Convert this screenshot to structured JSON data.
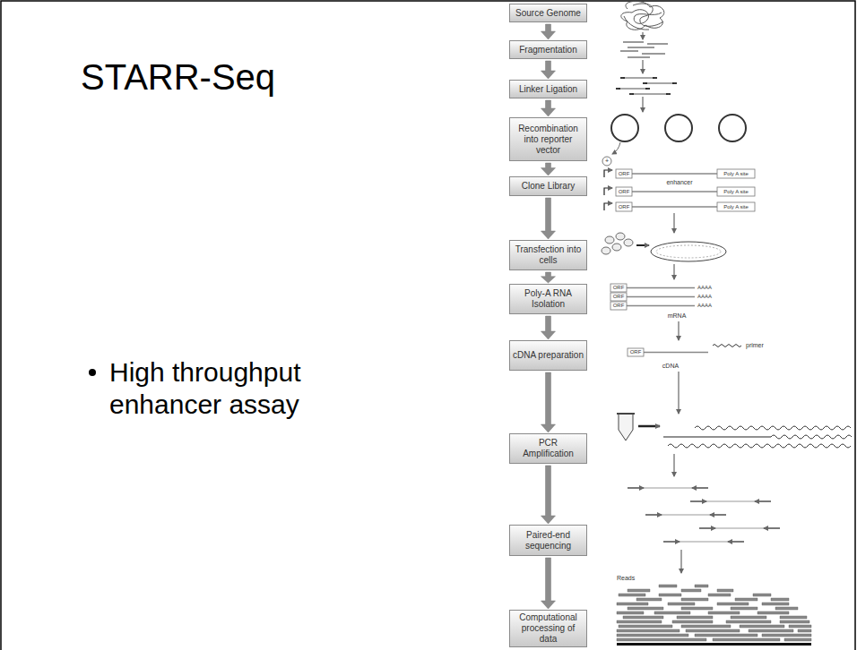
{
  "diagram": {
    "title": "STARR-Seq",
    "nodes": [
      {
        "text": [
          "Source Genome"
        ]
      },
      {
        "text": [
          "Fragmentation"
        ]
      },
      {
        "text": [
          "Linker Ligation"
        ]
      },
      {
        "text": [
          "Recombination into reporter vector"
        ]
      },
      {
        "text": [
          "Clone Library"
        ]
      },
      {
        "text": [
          "Transfection into cells"
        ]
      },
      {
        "text": [
          "Poly-A RNA Isolation"
        ]
      },
      {
        "text": [
          "cDNA preparation"
        ]
      },
      {
        "text": [
          "PCR Amplification"
        ]
      },
      {
        "text": [
          "Paired-end sequencing"
        ]
      },
      {
        "text": [
          "Computational processing of data"
        ]
      }
    ],
    "edges": [
      {
        "from": 0,
        "to": 1,
        "arrow": "to"
      },
      {
        "from": 1,
        "to": 2,
        "arrow": "to"
      },
      {
        "from": 2,
        "to": 3,
        "arrow": "to"
      },
      {
        "from": 3,
        "to": 4,
        "arrow": "to"
      },
      {
        "from": 4,
        "to": 5,
        "arrow": "to"
      },
      {
        "from": 5,
        "to": 6,
        "arrow": "to"
      },
      {
        "from": 6,
        "to": 7,
        "arrow": "to"
      },
      {
        "from": 7,
        "to": 8,
        "arrow": "to"
      },
      {
        "from": 8,
        "to": 9,
        "arrow": "to"
      },
      {
        "from": 9,
        "to": 10,
        "arrow": "to"
      }
    ],
    "labels": [
      "High throughput enhancer assay",
      "+",
      "ORF",
      "Poly A site",
      "enhancer",
      "ORF",
      "Poly A site",
      "ORF",
      "Poly A site",
      "ORF",
      "AAAA",
      "ORF",
      "AAAA",
      "ORF",
      "AAAA",
      "mRNA",
      "ORF",
      "primer",
      "cDNA",
      "Reads"
    ]
  }
}
